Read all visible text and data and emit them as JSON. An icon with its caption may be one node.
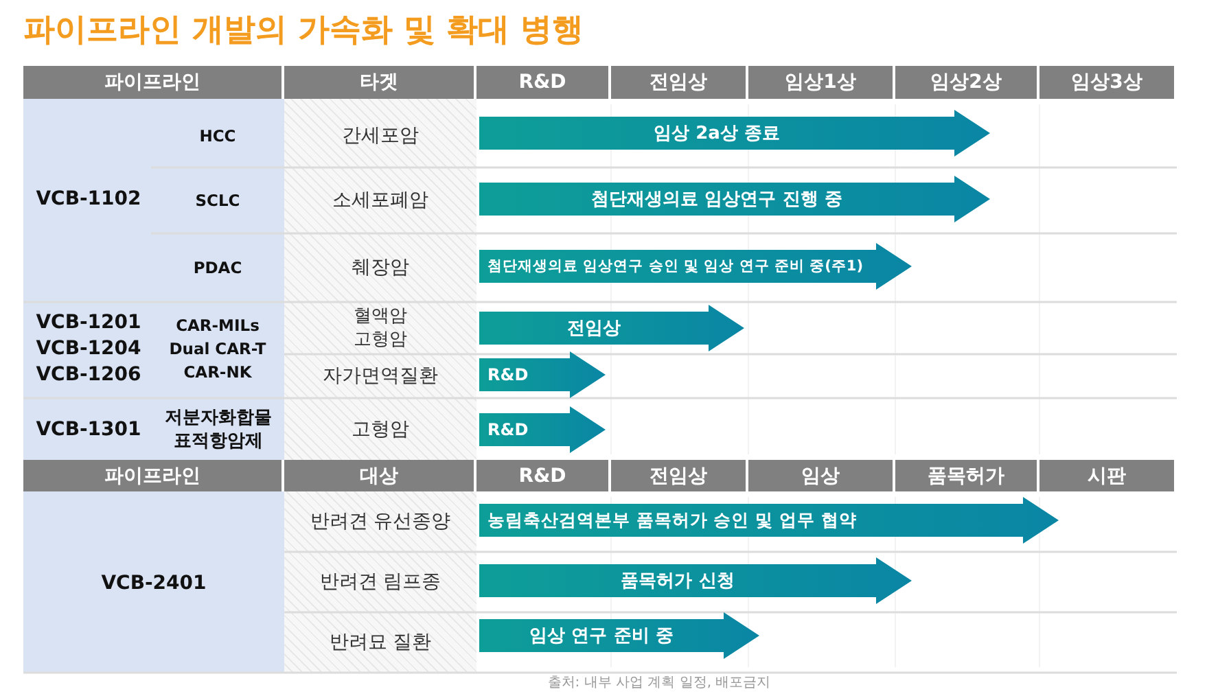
{
  "diagram": {
    "title": "파이프라인 개발의 가속화 및 확대 병행",
    "caption": "출처: 내부 사업 계획 일정, 배포금지",
    "nodes": [
      {
        "text": [
          "임상 2a상 종료"
        ]
      },
      {
        "text": [
          "첨단재생의료 임상연구 진행 중"
        ]
      },
      {
        "text": [
          "첨단재생의료 임상연구 승인 및 임상 연구 준비 중(주1)"
        ]
      },
      {
        "text": [
          "전임상"
        ]
      },
      {
        "text": [
          "R&D"
        ]
      },
      {
        "text": [
          "R&D"
        ]
      },
      {
        "text": [
          "농림축산검역본부 품목허가 승인 및 업무 협약"
        ]
      },
      {
        "text": [
          "품목허가 신청"
        ]
      },
      {
        "text": [
          "임상 연구 준비 중"
        ]
      }
    ],
    "edges": [],
    "labels": [
      "파이프라인",
      "타겟",
      "R&D",
      "전임상",
      "임상1상",
      "임상2상",
      "임상3상",
      "VCB-1102",
      "HCC",
      "간세포암",
      "SCLC",
      "소세포폐암",
      "PDAC",
      "췌장암",
      "VCB-1201",
      "VCB-1204",
      "VCB-1206",
      "CAR-MILs",
      "Dual CAR-T",
      "CAR-NK",
      "혈액암 고형암",
      "자가면역질환",
      "VCB-1301",
      "저분자화합물 표적항암제",
      "고형암",
      "파이프라인",
      "대상",
      "R&D",
      "전임상",
      "임상",
      "품목허가",
      "시판",
      "VCB-2401",
      "반려견 유선종양",
      "반려견 림프종",
      "반려묘 질환"
    ]
  }
}
